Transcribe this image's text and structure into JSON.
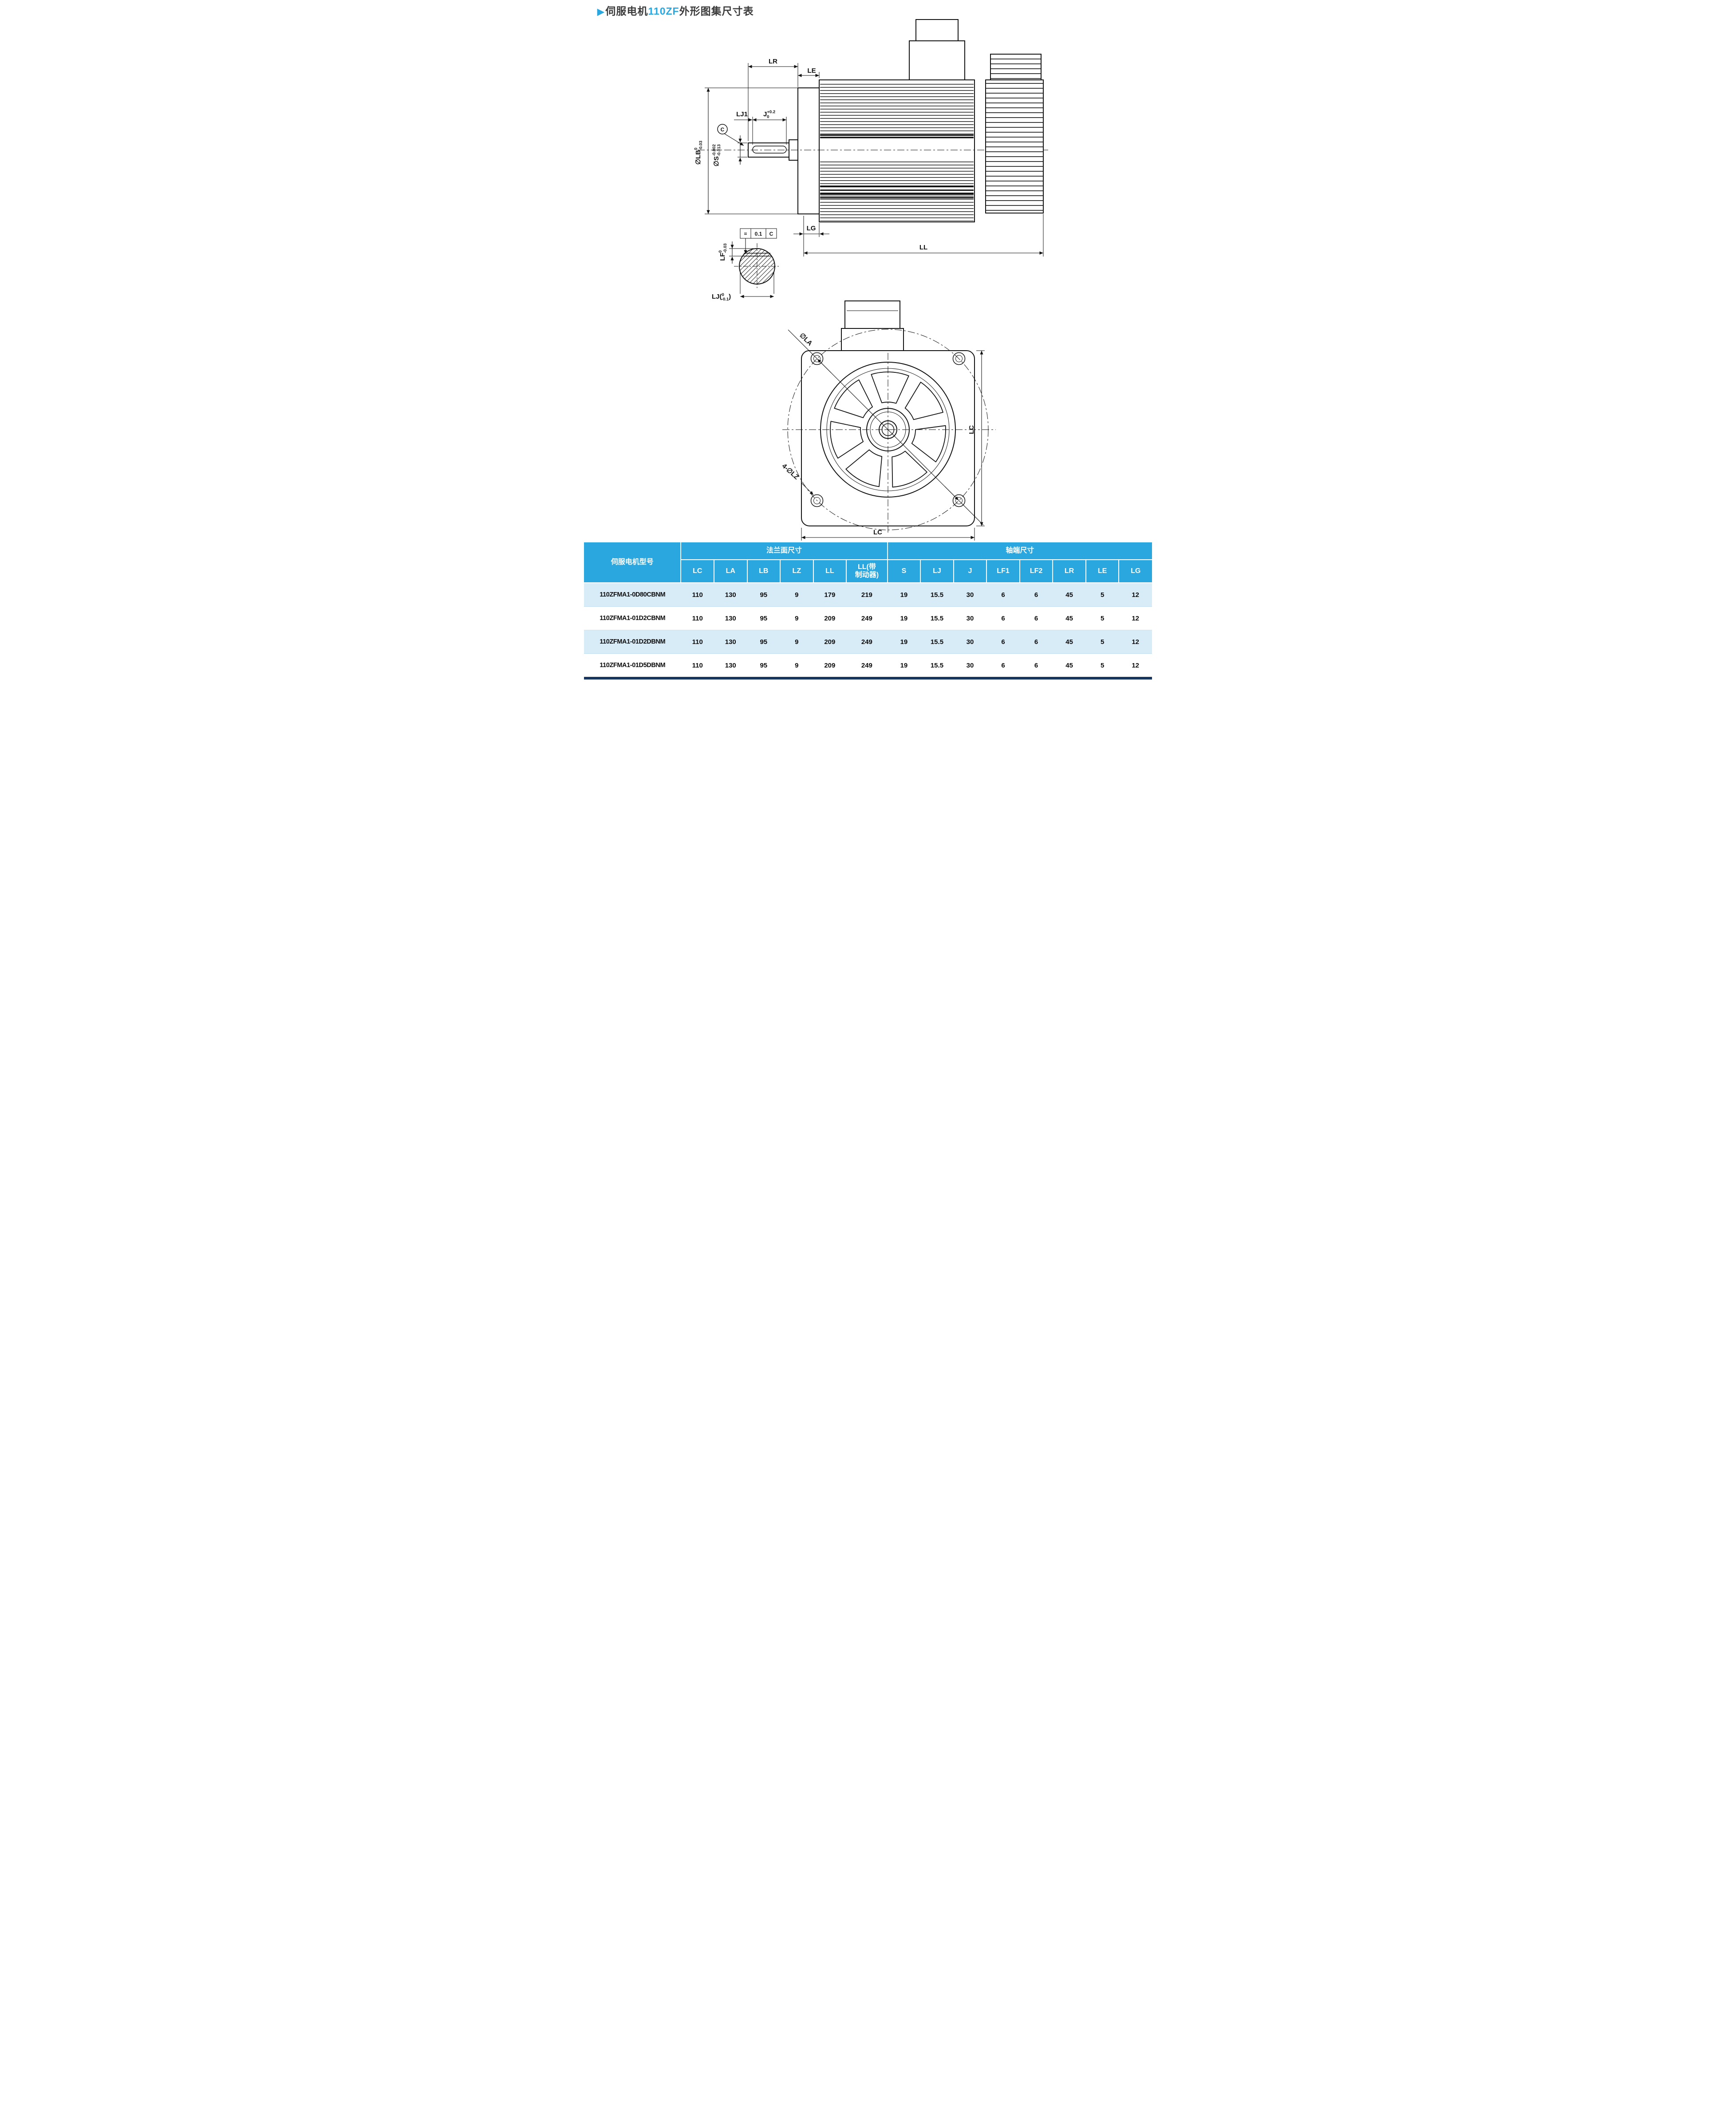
{
  "title": {
    "arrow": "▶",
    "prefix": "伺服电机",
    "model": "110ZF",
    "suffix": "外形图集尺寸表"
  },
  "colors": {
    "accent": "#2aa7de",
    "table_header_bg": "#2aa7de",
    "table_row_alt_bg": "#d8ecf8",
    "table_bottom_bar": "#16355f",
    "ink": "#111111"
  },
  "side_view": {
    "lr": "LR",
    "le": "LE",
    "lj1": "LJ1",
    "j": "J",
    "j_sup": "+0.2",
    "j_sub": "0",
    "lb": "∅LB",
    "lb_sup": "0",
    "lb_sub": "-0.03",
    "s": "∅S",
    "s_sup": "-0.002",
    "s_sub": "-0.013",
    "datum": "C",
    "lg": "LG",
    "ll": "LL"
  },
  "detail_view": {
    "lf": "LF",
    "lf_sup": "0",
    "lf_sub": "-0.03",
    "tol_symbol": "=",
    "tol_value": "0.1",
    "tol_datum": "C",
    "lj_pre": "LJ(",
    "lj_sup": "0",
    "lj_sub": "-0.1",
    "lj_post": ")"
  },
  "front_view": {
    "la": "∅LA",
    "lz": "4-∅LZ",
    "lc_right": "LC",
    "lc_bottom": "LC"
  },
  "table": {
    "model_header": "伺服电机型号",
    "group_flange": "法兰面尺寸",
    "group_shaft": "轴端尺寸",
    "columns": [
      "LC",
      "LA",
      "LB",
      "LZ",
      "LL",
      "LL(带\n制动器)",
      "S",
      "LJ",
      "J",
      "LF1",
      "LF2",
      "LR",
      "LE",
      "LG"
    ],
    "rows": [
      {
        "model": "110ZFMA1-0D80CBNM",
        "values": [
          "110",
          "130",
          "95",
          "9",
          "179",
          "219",
          "19",
          "15.5",
          "30",
          "6",
          "6",
          "45",
          "5",
          "12"
        ]
      },
      {
        "model": "110ZFMA1-01D2CBNM",
        "values": [
          "110",
          "130",
          "95",
          "9",
          "209",
          "249",
          "19",
          "15.5",
          "30",
          "6",
          "6",
          "45",
          "5",
          "12"
        ]
      },
      {
        "model": "110ZFMA1-01D2DBNM",
        "values": [
          "110",
          "130",
          "95",
          "9",
          "209",
          "249",
          "19",
          "15.5",
          "30",
          "6",
          "6",
          "45",
          "5",
          "12"
        ]
      },
      {
        "model": "110ZFMA1-01D5DBNM",
        "values": [
          "110",
          "130",
          "95",
          "9",
          "209",
          "249",
          "19",
          "15.5",
          "30",
          "6",
          "6",
          "45",
          "5",
          "12"
        ]
      }
    ]
  }
}
